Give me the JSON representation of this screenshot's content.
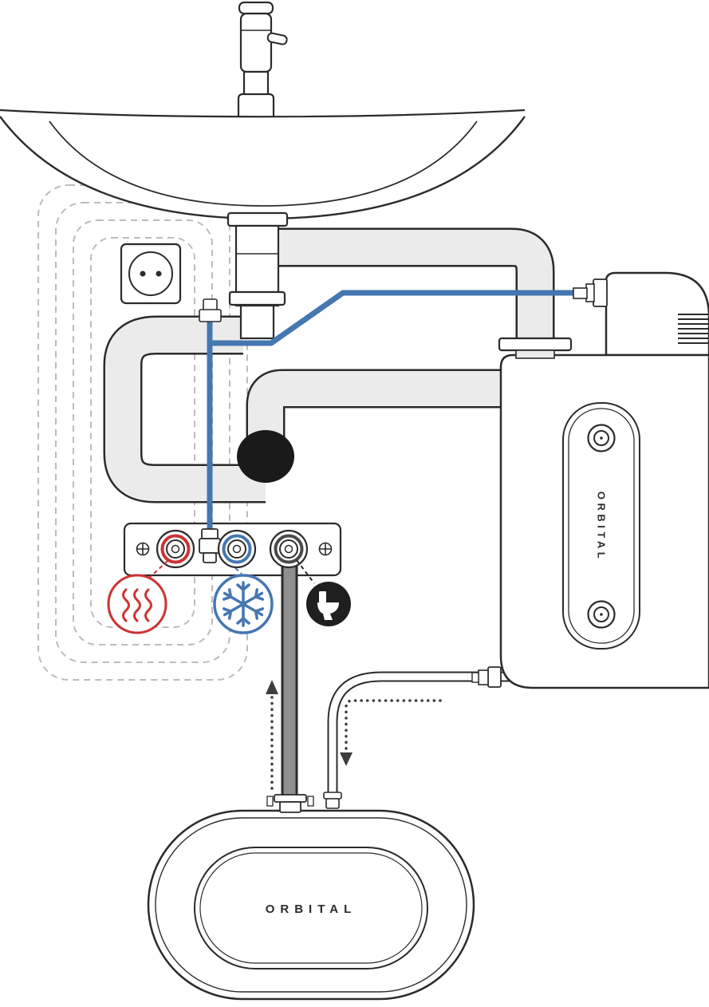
{
  "diagram": {
    "type": "installation-diagram",
    "wall_unit": {
      "label": "ORBITAL"
    },
    "base_unit": {
      "label": "ORBITAL"
    },
    "legend_icons": [
      {
        "name": "hot-water-icon",
        "color": "#cc3333"
      },
      {
        "name": "cold-water-icon",
        "color": "#4577b0"
      },
      {
        "name": "toilet-drain-icon",
        "color": "#1f1f1f"
      }
    ],
    "colors": {
      "cold_line": "#4577b0",
      "hot_accent": "#cc3333",
      "outline": "#2b2b2b",
      "pipe_fill": "#ebebeb",
      "hidden_pipes": "#bcbcbc",
      "drain_pipe": "#8f8f8f"
    }
  }
}
